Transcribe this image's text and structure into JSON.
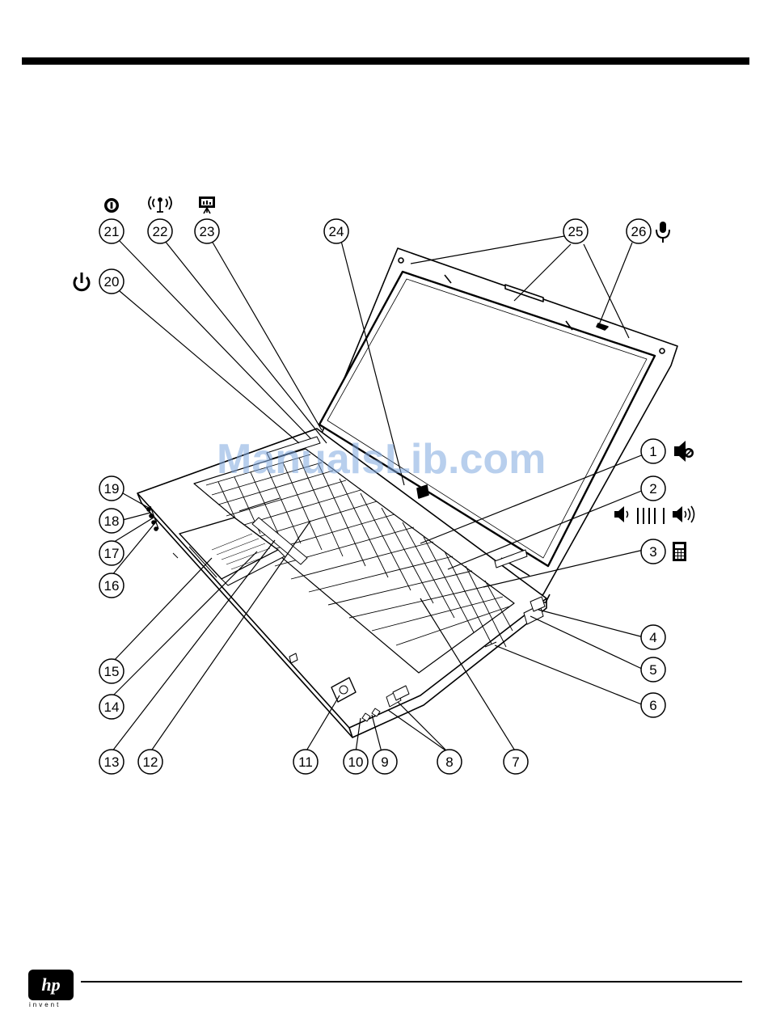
{
  "watermark": "ManualsLib.com",
  "footer": {
    "brand": "hp",
    "tagline": "invent"
  },
  "callouts": [
    {
      "num": "1"
    },
    {
      "num": "2"
    },
    {
      "num": "3"
    },
    {
      "num": "4"
    },
    {
      "num": "5"
    },
    {
      "num": "6"
    },
    {
      "num": "7"
    },
    {
      "num": "8"
    },
    {
      "num": "9"
    },
    {
      "num": "10"
    },
    {
      "num": "11"
    },
    {
      "num": "12"
    },
    {
      "num": "13"
    },
    {
      "num": "14"
    },
    {
      "num": "15"
    },
    {
      "num": "16"
    },
    {
      "num": "17"
    },
    {
      "num": "18"
    },
    {
      "num": "19"
    },
    {
      "num": "20"
    },
    {
      "num": "21"
    },
    {
      "num": "22"
    },
    {
      "num": "23"
    },
    {
      "num": "24"
    },
    {
      "num": "25"
    },
    {
      "num": "26"
    }
  ],
  "icons": {
    "1": "volume-mute-icon",
    "2": "volume-scroll-icon",
    "3": "calculator-icon",
    "20": "power-icon",
    "21": "info-icon",
    "22": "wireless-icon",
    "23": "presentation-icon",
    "26": "microphone-icon"
  }
}
